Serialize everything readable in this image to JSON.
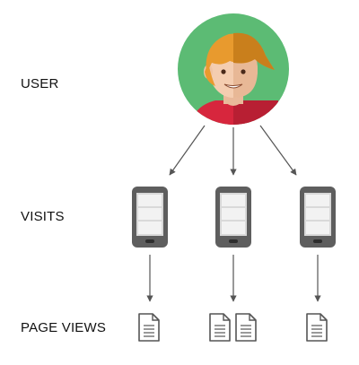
{
  "labels": {
    "user": "USER",
    "visits": "VISITS",
    "page_views": "PAGE VIEWS"
  },
  "diagram": {
    "visits": [
      {
        "pages": 1
      },
      {
        "pages": 2
      },
      {
        "pages": 1
      }
    ],
    "icons": {
      "user": "user-avatar-icon",
      "visit": "smartphone-icon",
      "page": "document-icon"
    }
  },
  "colors": {
    "avatar_background": "#5cbb74",
    "phone_body": "#5e5e5e",
    "arrow": "#555555",
    "document_stroke": "#555555"
  }
}
